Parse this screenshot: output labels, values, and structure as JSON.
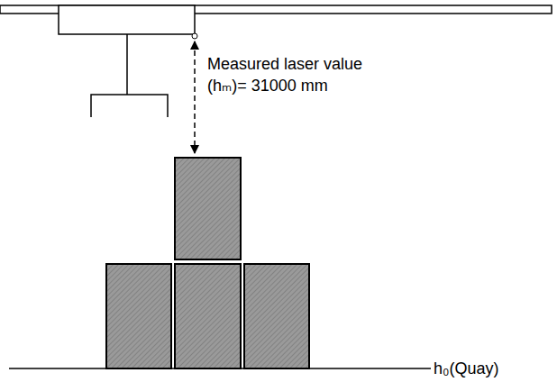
{
  "diagram": {
    "labels": [
      "Measured laser value",
      "(hₘ)= 31000 mm",
      "h₀(Quay)"
    ]
  }
}
